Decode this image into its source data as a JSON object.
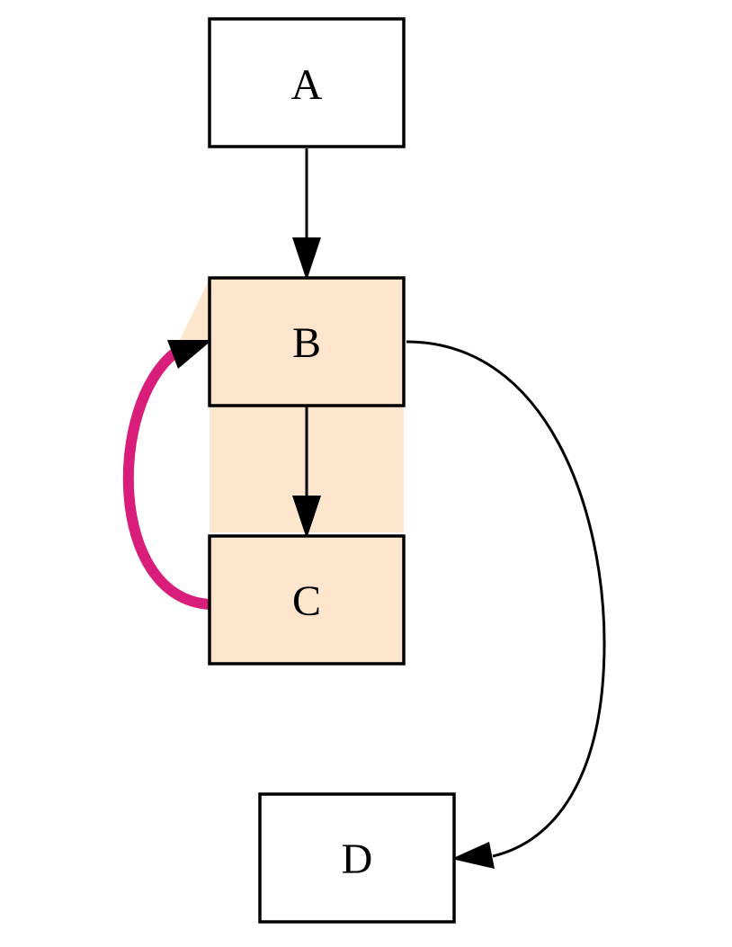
{
  "colors": {
    "stroke": "#000000",
    "node_fill": "#ffffff",
    "highlight_fill": "#fde5ce",
    "back_edge": "#d81e7a"
  },
  "nodes": [
    {
      "id": "A",
      "label": "A",
      "highlighted": false
    },
    {
      "id": "B",
      "label": "B",
      "highlighted": true
    },
    {
      "id": "C",
      "label": "C",
      "highlighted": true
    },
    {
      "id": "D",
      "label": "D",
      "highlighted": false
    }
  ],
  "edges": [
    {
      "from": "A",
      "to": "B",
      "style": "normal"
    },
    {
      "from": "B",
      "to": "C",
      "style": "normal"
    },
    {
      "from": "C",
      "to": "B",
      "style": "back-edge"
    },
    {
      "from": "B",
      "to": "D",
      "style": "normal"
    }
  ]
}
